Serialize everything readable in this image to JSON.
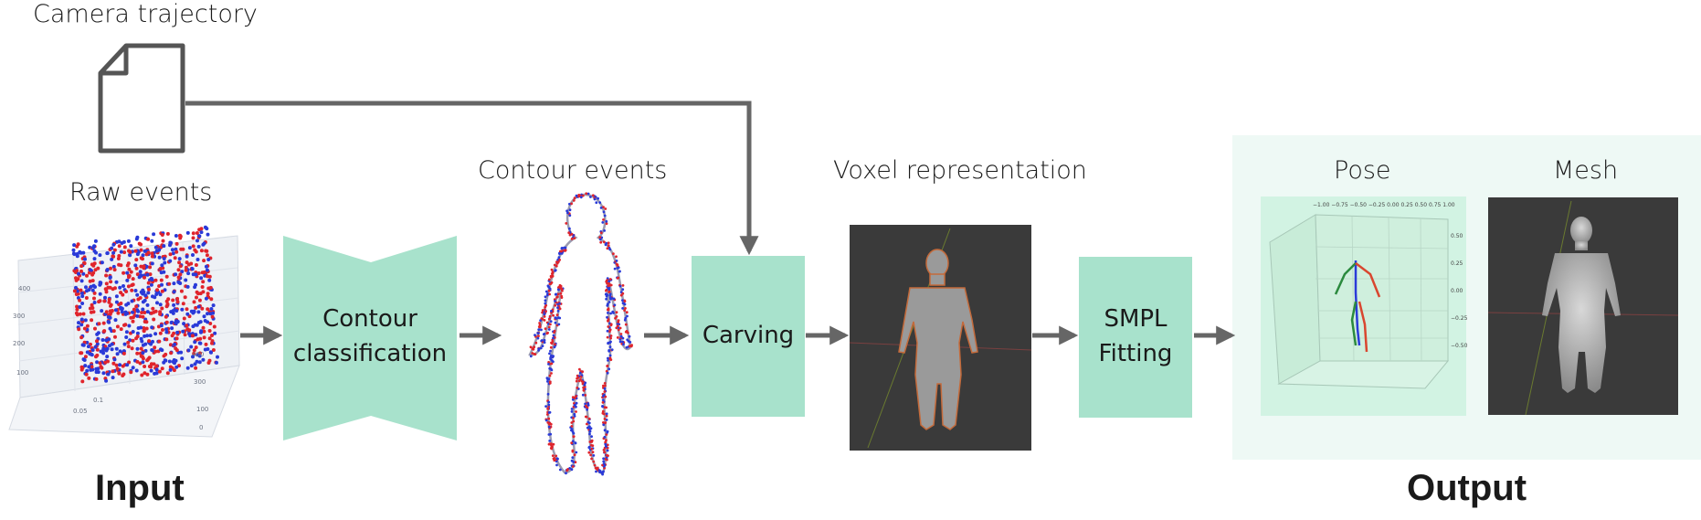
{
  "labels": {
    "camera_trajectory": "Camera trajectory",
    "raw_events": "Raw events",
    "contour_events": "Contour events",
    "voxel_representation": "Voxel representation",
    "pose": "Pose",
    "mesh": "Mesh",
    "input": "Input",
    "output": "Output"
  },
  "blocks": {
    "contour_classification": [
      "Contour",
      "classification"
    ],
    "carving": "Carving",
    "smpl_fitting": [
      "SMPL",
      "Fitting"
    ]
  },
  "colors": {
    "block_fill": "#a8e2cc",
    "output_bg": "#eef9f5",
    "arrow": "#666666",
    "event_red": "#e0242c",
    "event_blue": "#2a3ad8",
    "render_bg": "#3a3a3a",
    "pose_bg": "#d2f3e3"
  },
  "icons": {
    "camera_trajectory": "document-icon"
  }
}
